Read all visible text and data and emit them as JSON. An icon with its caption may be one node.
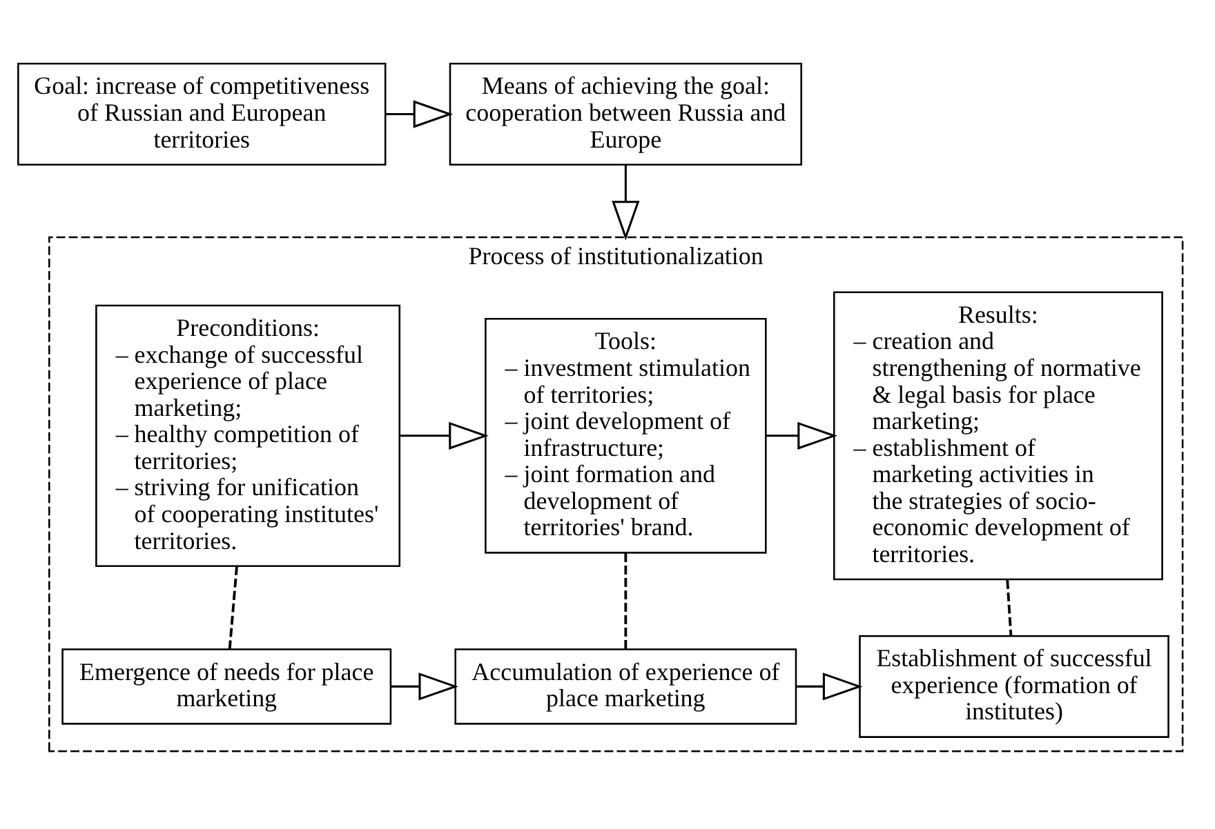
{
  "diagram": {
    "nodes": [
      {
        "text": [
          "Goal: increase of competitiveness of Russian and European territories"
        ]
      },
      {
        "text": [
          "Means of achieving the goal: cooperation between Russia and Europe"
        ]
      },
      {
        "text": [
          "Process of institutionalization"
        ]
      },
      {
        "text": [
          "Preconditions:",
          "– exchange of successful experience of place marketing;",
          "– healthy competition of territories;",
          "– striving for unification of cooperating institutes' territories."
        ],
        "in": 2
      },
      {
        "text": [
          "Tools:",
          "– investment stimulation of territories;",
          "– joint development of infrastructure;",
          "– joint formation and development of territories' brand."
        ],
        "in": 2
      },
      {
        "text": [
          "Results:",
          "– creation and strengthening of normative & legal basis for place marketing;",
          "– establishment of marketing activities in the strategies of socio-economic development of territories."
        ],
        "in": 2
      },
      {
        "text": [
          "Emergence of needs for place marketing"
        ],
        "in": 2
      },
      {
        "text": [
          "Accumulation of experience of place marketing"
        ],
        "in": 2
      },
      {
        "text": [
          "Establishment of successful experience (formation of institutes)"
        ],
        "in": 2
      }
    ],
    "edges": [
      {
        "from": 0,
        "to": 1,
        "arrow": "to"
      },
      {
        "from": 1,
        "to": 2,
        "arrow": "to"
      },
      {
        "from": 3,
        "to": 4,
        "arrow": "to"
      },
      {
        "from": 4,
        "to": 5,
        "arrow": "to"
      },
      {
        "from": 3,
        "to": 6,
        "arrow": "none",
        "style": "dashed"
      },
      {
        "from": 4,
        "to": 7,
        "arrow": "none",
        "style": "dashed"
      },
      {
        "from": 5,
        "to": 8,
        "arrow": "none",
        "style": "dashed"
      },
      {
        "from": 6,
        "to": 7,
        "arrow": "to"
      },
      {
        "from": 7,
        "to": 8,
        "arrow": "to"
      }
    ]
  }
}
